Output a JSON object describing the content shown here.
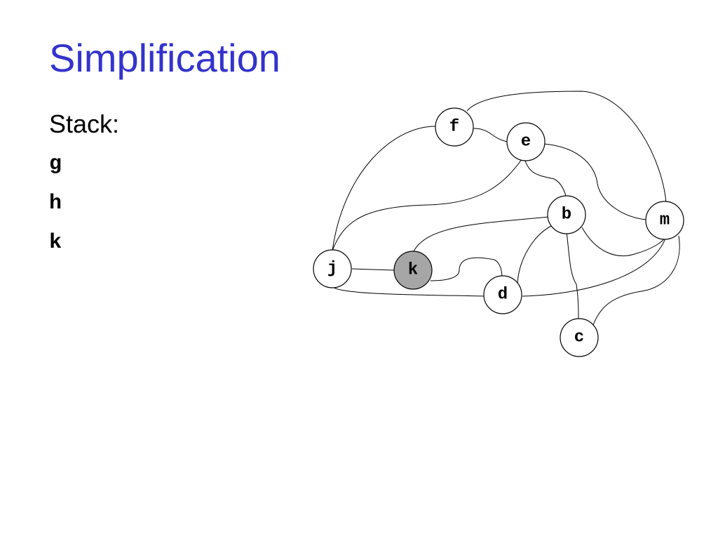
{
  "slide": {
    "title": "Simplification",
    "title_color": "#3333cc",
    "stack_label": "Stack:",
    "stack_items": [
      "g",
      "h",
      "k"
    ]
  },
  "graph": {
    "nodes": [
      {
        "id": "f",
        "label": "f",
        "highlighted": false
      },
      {
        "id": "e",
        "label": "e",
        "highlighted": false
      },
      {
        "id": "b",
        "label": "b",
        "highlighted": false
      },
      {
        "id": "m",
        "label": "m",
        "highlighted": false
      },
      {
        "id": "j",
        "label": "j",
        "highlighted": false
      },
      {
        "id": "k",
        "label": "k",
        "highlighted": true
      },
      {
        "id": "d",
        "label": "d",
        "highlighted": false
      },
      {
        "id": "c",
        "label": "c",
        "highlighted": false
      }
    ],
    "edges": [
      {
        "from": "f",
        "to": "e"
      },
      {
        "from": "f",
        "to": "m"
      },
      {
        "from": "f",
        "to": "j"
      },
      {
        "from": "e",
        "to": "j"
      },
      {
        "from": "e",
        "to": "b"
      },
      {
        "from": "e",
        "to": "m"
      },
      {
        "from": "b",
        "to": "m"
      },
      {
        "from": "b",
        "to": "k"
      },
      {
        "from": "b",
        "to": "d"
      },
      {
        "from": "b",
        "to": "c"
      },
      {
        "from": "j",
        "to": "k"
      },
      {
        "from": "j",
        "to": "d"
      },
      {
        "from": "k",
        "to": "d"
      },
      {
        "from": "d",
        "to": "m"
      },
      {
        "from": "m",
        "to": "c"
      }
    ],
    "node_fill": "#ffffff",
    "highlight_fill": "#a6a6a6"
  }
}
